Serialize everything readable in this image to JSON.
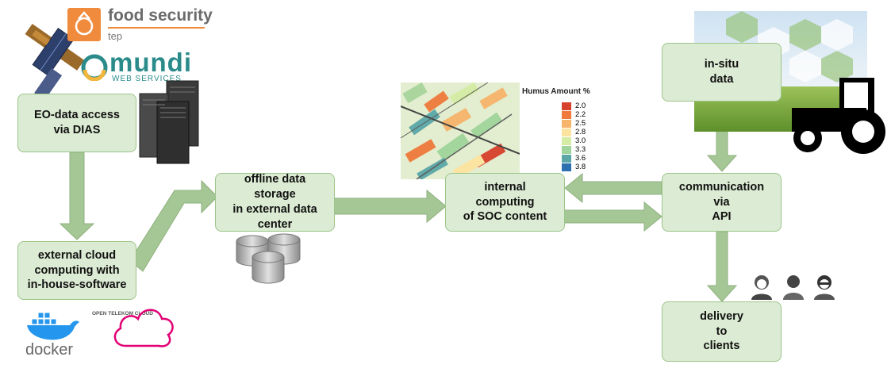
{
  "boxes": {
    "eo": "EO-data access\nvia DIAS",
    "cloud": "external cloud\ncomputing with\nin-house-software",
    "storage": "offline data\nstorage\nin external data\ncenter",
    "internal": "internal\ncomputing\nof SOC content",
    "comm": "communication\nvia\nAPI",
    "insitu": "in-situ\ndata",
    "delivery": "delivery\nto\nclients"
  },
  "logos": {
    "foodsec_main": "food security",
    "foodsec_sub": "tep",
    "mundi_main": "mundi",
    "mundi_sub": "WEB SERVICES",
    "docker": "docker",
    "otc": "OPEN TELEKOM CLOUD"
  },
  "legend": {
    "title": "Humus Amount %",
    "items": [
      {
        "label": "2.0",
        "color": "#d7402b"
      },
      {
        "label": "2.2",
        "color": "#ef7a3c"
      },
      {
        "label": "2.5",
        "color": "#f6b56a"
      },
      {
        "label": "2.8",
        "color": "#fde3a0"
      },
      {
        "label": "3.0",
        "color": "#d5eca4"
      },
      {
        "label": "3.3",
        "color": "#9fd59b"
      },
      {
        "label": "3.6",
        "color": "#5ba7a8"
      },
      {
        "label": "3.8",
        "color": "#2b6fb1"
      }
    ]
  },
  "colors": {
    "box_fill": "#dcebd3",
    "box_border": "#9cc58a",
    "arrow": "#a5c695",
    "arrow_border": "#8fb17f",
    "foodsec_orange": "#f08a3c",
    "mundi_teal": "#2b8b8b",
    "mundi_yellow": "#f0b73c",
    "docker_blue": "#2496ed",
    "telekom_magenta": "#e20074"
  },
  "icons": [
    "satellite-icon",
    "server-icon",
    "database-icon",
    "tractor-icon",
    "client-avatar-icon",
    "docker-whale-icon",
    "cloud-icon",
    "soil-map-image",
    "farm-field-image"
  ]
}
